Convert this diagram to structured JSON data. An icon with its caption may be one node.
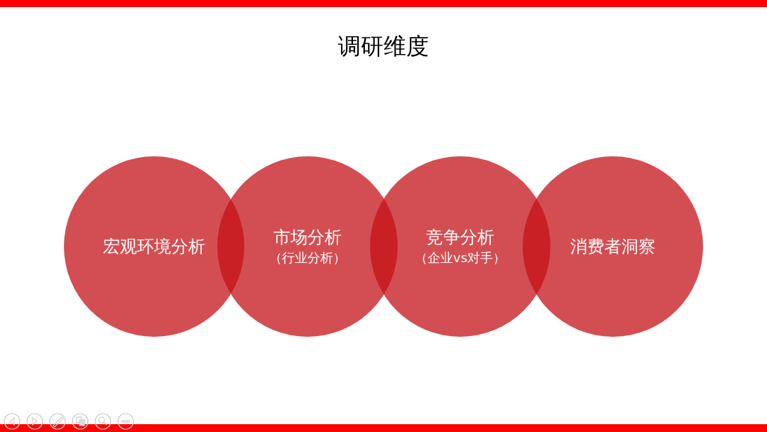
{
  "diagram": {
    "title": "调研维度",
    "nodes": [
      {
        "text": [
          "宏观环境分析"
        ]
      },
      {
        "text": [
          "市场分析",
          "（行业分析）"
        ]
      },
      {
        "text": [
          "竞争分析",
          "（企业vs对手）"
        ]
      },
      {
        "text": [
          "消费者洞察"
        ]
      }
    ]
  }
}
